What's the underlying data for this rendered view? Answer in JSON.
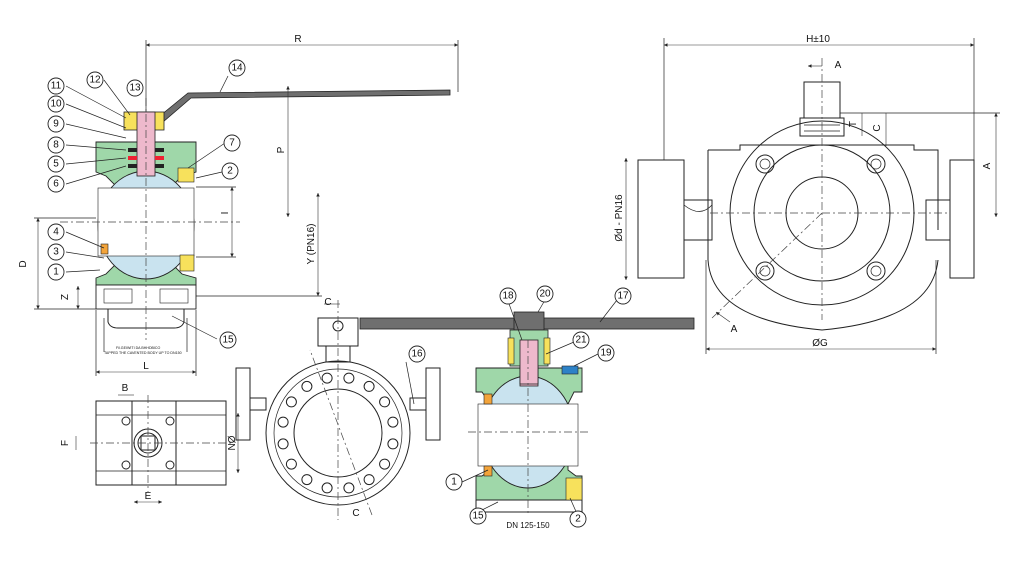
{
  "colors": {
    "body": "#9fd7a9",
    "ball": "#c9e3ef",
    "stem": "#eeb9cc",
    "seat": "#f3a43a",
    "insert": "#f7e15c",
    "handle": "#6f6f6f",
    "gland": "#2d82c7",
    "line": "#222222"
  },
  "dimensions": {
    "R": "R",
    "P": "P",
    "I": "I",
    "Y": "Y (PN16)",
    "D": "D",
    "Z": "Z",
    "L": "L",
    "B": "B",
    "F": "F",
    "E": "E",
    "N": "ØN",
    "C": "C",
    "H": "H±10",
    "A": "A",
    "T": "T",
    "C2": "C",
    "Od": "Ød - PN16",
    "G": "ØG",
    "secA1": "A",
    "secA2": "A",
    "secC1": "C",
    "secC2": "C"
  },
  "callouts": {
    "c1": "1",
    "c2": "2",
    "c3": "3",
    "c4": "4",
    "c5": "5",
    "c6": "6",
    "c7": "7",
    "c8": "8",
    "c9": "9",
    "c10": "10",
    "c11": "11",
    "c12": "12",
    "c13": "13",
    "c14": "14",
    "c15": "15",
    "c16": "16",
    "d1": "1",
    "d2": "2",
    "d15": "15",
    "d17": "17",
    "d18": "18",
    "d19": "19",
    "d20": "20",
    "d21": "21"
  },
  "notes": {
    "tapped_it": "Fil.GEIWITI DA BHHDBICO",
    "tapped_en": "TAPPED THE CAVENTED BODY UP TO DN150",
    "dn_label": "DN 125-150"
  }
}
